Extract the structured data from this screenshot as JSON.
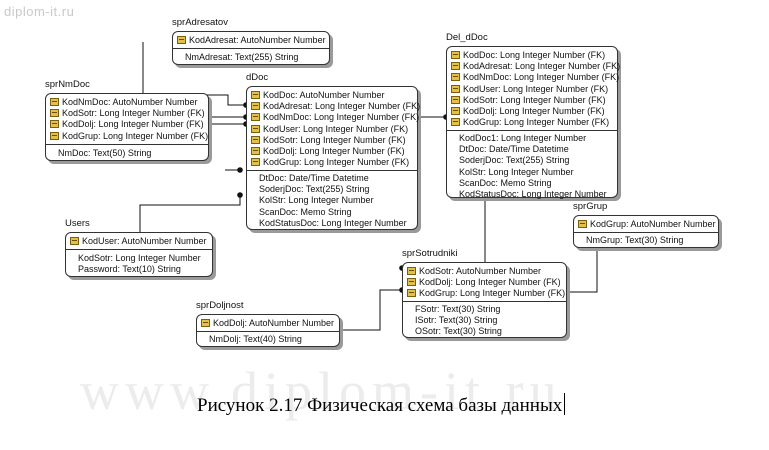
{
  "watermark": {
    "top": "diplom-it.ru",
    "big": "www.diplom-it.ru"
  },
  "caption": "Рисунок 2.17 Физическая схема базы данных",
  "entities": {
    "spradresatov": {
      "name": "sprAdresatov",
      "keys": [
        "KodAdresat: AutoNumber Number"
      ],
      "attrs": [
        "NmAdresat: Text(255) String"
      ]
    },
    "sprnmdoc": {
      "name": "sprNmDoc",
      "keys": [
        "KodNmDoc: AutoNumber Number",
        "KodSotr: Long Integer Number (FK)",
        "KodDolj: Long Integer Number (FK)",
        "KodGrup: Long Integer Number (FK)"
      ],
      "attrs": [
        "NmDoc: Text(50) String"
      ]
    },
    "ddoc": {
      "name": "dDoc",
      "keys": [
        "KodDoc: AutoNumber Number",
        "KodAdresat: Long Integer Number (FK)",
        "KodNmDoc: Long Integer Number (FK)",
        "KodUser: Long Integer Number (FK)",
        "KodSotr: Long Integer Number (FK)",
        "KodDolj: Long Integer Number (FK)",
        "KodGrup: Long Integer Number (FK)"
      ],
      "attrs": [
        "DtDoc: Date/Time Datetime",
        "SoderjDoc: Text(255) String",
        "KolStr: Long Integer Number",
        "ScanDoc: Memo String",
        "KodStatusDoc: Long Integer Number"
      ]
    },
    "delddoc": {
      "name": "Del_dDoc",
      "keys": [
        "KodDoc: Long Integer Number (FK)",
        "KodAdresat: Long Integer Number (FK)",
        "KodNmDoc: Long Integer Number (FK)",
        "KodUser: Long Integer Number (FK)",
        "KodSotr: Long Integer Number (FK)",
        "KodDolj: Long Integer Number (FK)",
        "KodGrup: Long Integer Number (FK)"
      ],
      "attrs": [
        "KodDoc1: Long Integer Number",
        "DtDoc: Date/Time Datetime",
        "SoderjDoc: Text(255) String",
        "KolStr: Long Integer Number",
        "ScanDoc: Memo String",
        "KodStatusDoc: Long Integer Number"
      ]
    },
    "users": {
      "name": "Users",
      "keys": [
        "KodUser: AutoNumber Number"
      ],
      "attrs": [
        "KodSotr: Long Integer Number",
        "Password: Text(10) String"
      ]
    },
    "sprgrup": {
      "name": "sprGrup",
      "keys": [
        "KodGrup: AutoNumber Number"
      ],
      "attrs": [
        "NmGrup: Text(30) String"
      ]
    },
    "sprsotrudniki": {
      "name": "sprSotrudniki",
      "keys": [
        "KodSotr: AutoNumber Number",
        "KodDolj: Long Integer Number (FK)",
        "KodGrup: Long Integer Number (FK)"
      ],
      "attrs": [
        "FSotr: Text(30) String",
        "ISotr: Text(30) String",
        "OSotr: Text(30) String"
      ]
    },
    "sprdoljnost": {
      "name": "sprDoljnost",
      "keys": [
        "KodDolj: AutoNumber Number"
      ],
      "attrs": [
        "NmDolj: Text(40) String"
      ]
    }
  }
}
